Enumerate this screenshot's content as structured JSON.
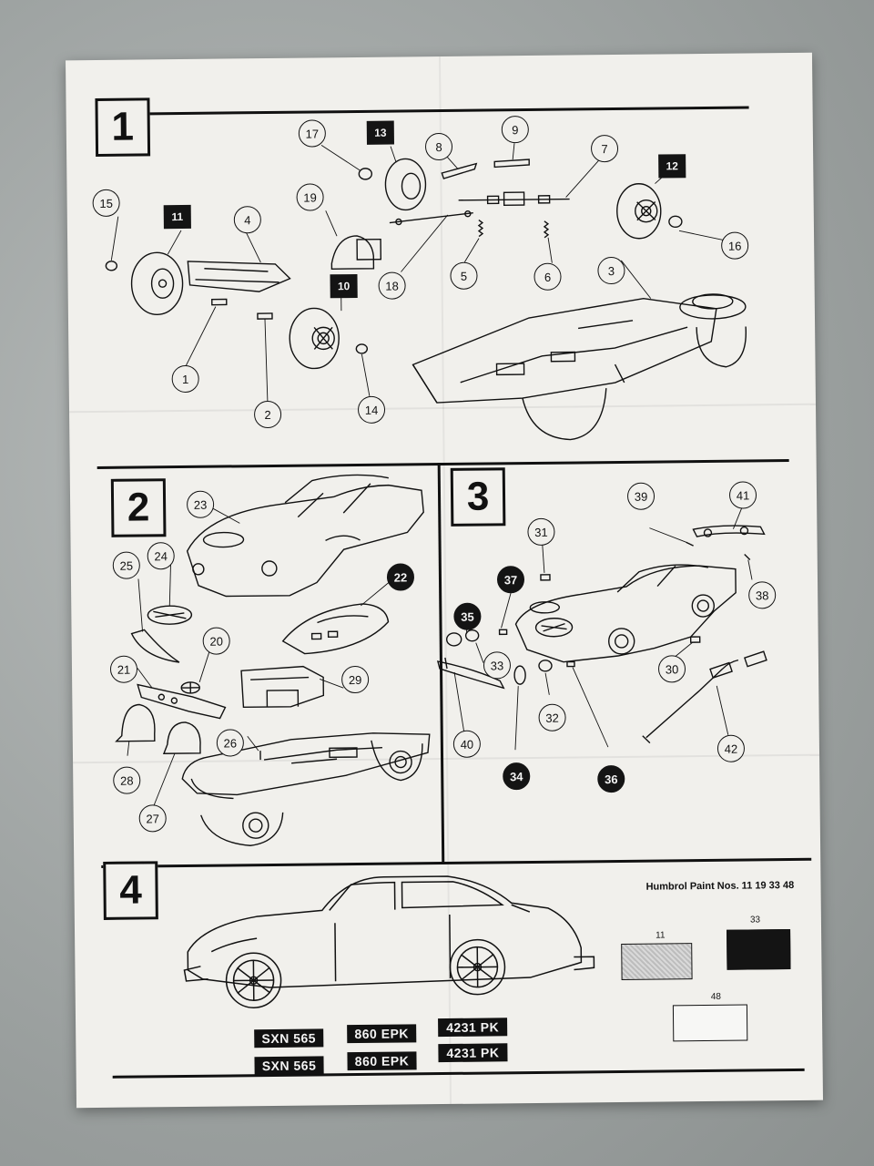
{
  "steps": {
    "s1": "1",
    "s2": "2",
    "s3": "3",
    "s4": "4"
  },
  "step1": {
    "p1": "1",
    "p2": "2",
    "p3": "3",
    "p4": "4",
    "p5": "5",
    "p6": "6",
    "p7": "7",
    "p8": "8",
    "p9": "9",
    "p10": "10",
    "p11": "11",
    "p12": "12",
    "p13": "13",
    "p14": "14",
    "p15": "15",
    "p16": "16",
    "p17": "17",
    "p18": "18",
    "p19": "19"
  },
  "step2": {
    "p20": "20",
    "p21": "21",
    "p22": "22",
    "p23": "23",
    "p24": "24",
    "p25": "25",
    "p26": "26",
    "p27": "27",
    "p28": "28",
    "p29": "29"
  },
  "step3": {
    "p30": "30",
    "p31": "31",
    "p32": "32",
    "p33": "33",
    "p34": "34",
    "p35": "35",
    "p36": "36",
    "p37": "37",
    "p38": "38",
    "p39": "39",
    "p40": "40",
    "p41": "41",
    "p42": "42"
  },
  "step4": {
    "paint_title": "Humbrol Paint Nos. 11 19 33 48",
    "swatches": [
      {
        "label": "11",
        "color": "#c9c9c9"
      },
      {
        "label": "33",
        "color": "#141414"
      },
      {
        "label": "48",
        "color": "#f4f4f4"
      }
    ],
    "plates": [
      "SXN 565",
      "860 EPK",
      "4231 PK",
      "SXN 565",
      "860 EPK",
      "4231 PK"
    ]
  },
  "colors": {
    "paper": "#f1f0ec",
    "ink": "#111111",
    "table": "#9ea3a2"
  }
}
